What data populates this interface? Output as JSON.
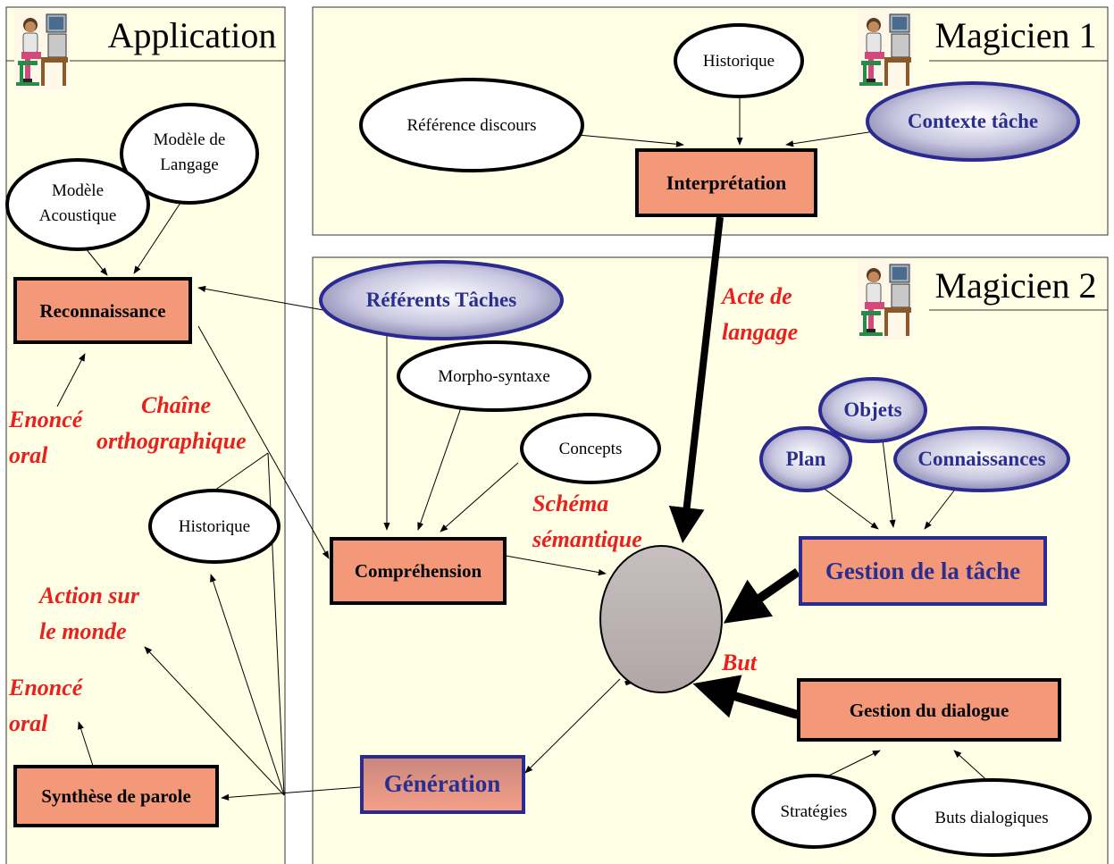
{
  "panels": {
    "application": "Application",
    "magicien1": "Magicien 1",
    "magicien2": "Magicien 2"
  },
  "boxes": {
    "interpretation": "Interprétation",
    "reconnaissance": "Reconnaissance",
    "comprehension": "Compréhension",
    "gestion_tache": "Gestion de la tâche",
    "gestion_dialogue": "Gestion du dialogue",
    "generation": "Génération",
    "synthese": "Synthèse de parole"
  },
  "ellipses": {
    "historique_top": "Historique",
    "reference_discours": "Référence discours",
    "contexte_tache": "Contexte tâche",
    "modele_langage_1": "Modèle de",
    "modele_langage_2": "Langage",
    "modele_acoustique_1": "Modèle",
    "modele_acoustique_2": "Acoustique",
    "referents_taches": "Référents Tâches",
    "morpho_syntaxe": "Morpho-syntaxe",
    "concepts": "Concepts",
    "historique_left": "Historique",
    "objets": "Objets",
    "plan": "Plan",
    "connaissances": "Connaissances",
    "strategies": "Stratégies",
    "buts_dialogiques": "Buts dialogiques"
  },
  "labels": {
    "acte_1": "Acte de",
    "acte_2": "langage",
    "enonce_oral_top_1": "Enoncé",
    "enonce_oral_top_2": "oral",
    "chaine_1": "Chaîne",
    "chaine_2": "orthographique",
    "schema_1": "Schéma",
    "schema_2": "sémantique",
    "action_1": "Action sur",
    "action_2": "le monde",
    "enonce_oral_bottom_1": "Enoncé",
    "enonce_oral_bottom_2": "oral",
    "but": "But"
  },
  "colors": {
    "panel_bg": "#ffffe6",
    "box_fill": "#f4987a",
    "blue_border": "#2a2a90",
    "blue_text": "#2a2f8f",
    "red_label": "#e8201e",
    "hub_fill": "#bdb3b3",
    "ellipse_purple": "#a9a7c8"
  },
  "icons": [
    "user-at-computer-icon"
  ]
}
